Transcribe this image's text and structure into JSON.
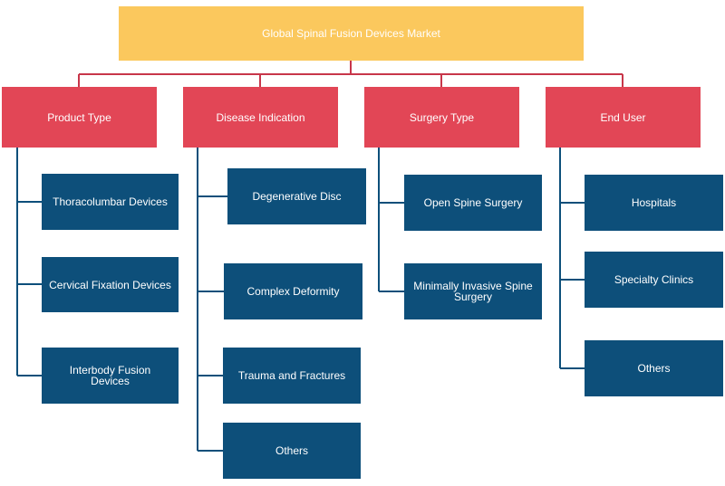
{
  "title": "Global Spinal Fusion Devices Market",
  "categories": [
    {
      "label": "Product Type",
      "items": [
        "Thoracolumbar Devices",
        "Cervical Fixation Devices",
        "Interbody Fusion Devices"
      ]
    },
    {
      "label": "Disease Indication",
      "items": [
        "Degenerative Disc",
        "Complex Deformity",
        "Trauma and Fractures",
        "Others"
      ]
    },
    {
      "label": "Surgery Type",
      "items": [
        "Open Spine Surgery",
        "Minimally Invasive Spine Surgery"
      ]
    },
    {
      "label": "End User",
      "items": [
        "Hospitals",
        "Specialty Clinics",
        "Others"
      ]
    }
  ],
  "colors": {
    "root": "#fbc85d",
    "category": "#e24656",
    "leaf": "#0d4f7a",
    "connector_top": "#c8364a",
    "connector_leaf": "#0d4f7a"
  }
}
